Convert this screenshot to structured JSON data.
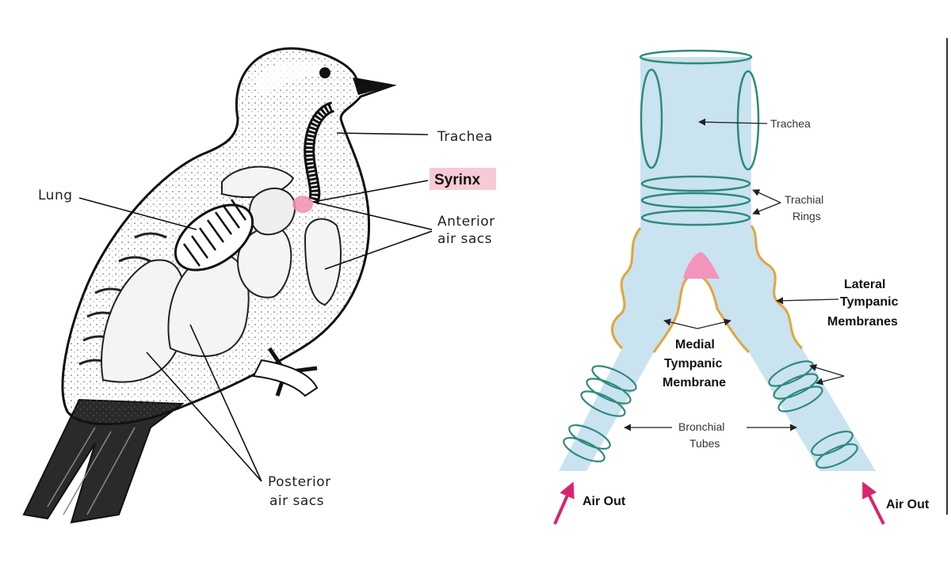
{
  "bird_diagram": {
    "labels": {
      "trachea": "Trachea",
      "syrinx": "Syrinx",
      "lung": "Lung",
      "anterior_1": "Anterior",
      "anterior_2": "air sacs",
      "posterior_1": "Posterior",
      "posterior_2": "air sacs"
    },
    "colors": {
      "syrinx_highlight": "#f7cbd6",
      "syrinx_spot": "#f28fb0"
    }
  },
  "syrinx_diagram": {
    "labels": {
      "trachea": "Trachea",
      "rings_1": "Trachial",
      "rings_2": "Rings",
      "lateral_1": "Lateral",
      "lateral_2": "Tympanic",
      "lateral_3": "Membranes",
      "medial_1": "Medial",
      "medial_2": "Tympanic",
      "medial_3": "Membrane",
      "bronchial_1": "Bronchial",
      "bronchial_2": "Tubes",
      "air_out_left": "Air Out",
      "air_out_right": "Air Out"
    },
    "colors": {
      "tube_fill": "#c9e3f0",
      "ring_stroke": "#2f8a78",
      "membrane_stroke": "#e0a63c",
      "medial_fill": "#f394bd",
      "arrow": "#d8246e"
    }
  }
}
